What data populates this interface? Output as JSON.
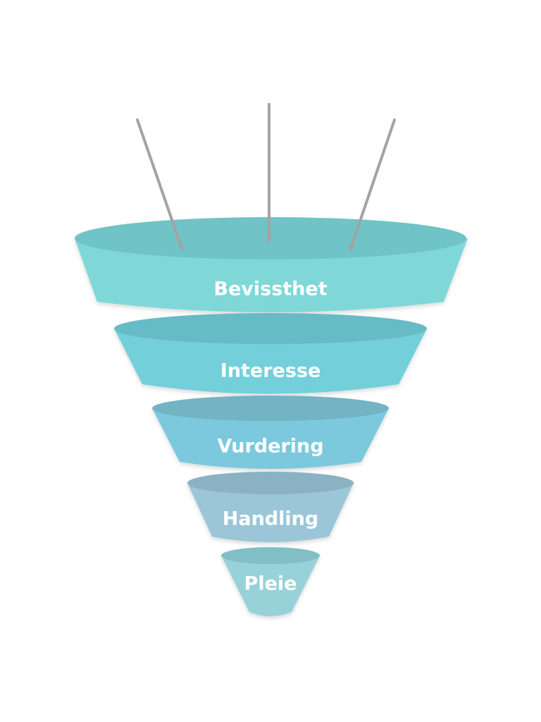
{
  "funnel": {
    "stages": [
      {
        "label": "Bevissthet",
        "color": "#7fd7d8",
        "rim_color": "#6fc3c6"
      },
      {
        "label": "Interesse",
        "color": "#73cfda",
        "rim_color": "#66bbc6"
      },
      {
        "label": "Vurdering",
        "color": "#7bc9de",
        "rim_color": "#72b3c4"
      },
      {
        "label": "Handling",
        "color": "#9bc6d8",
        "rim_color": "#8ab2c2"
      },
      {
        "label": "Pleie",
        "color": "#98d2d9",
        "rim_color": "#82bec6"
      }
    ],
    "arrow_color": "#a3a3a3",
    "arrow_count": 3
  }
}
